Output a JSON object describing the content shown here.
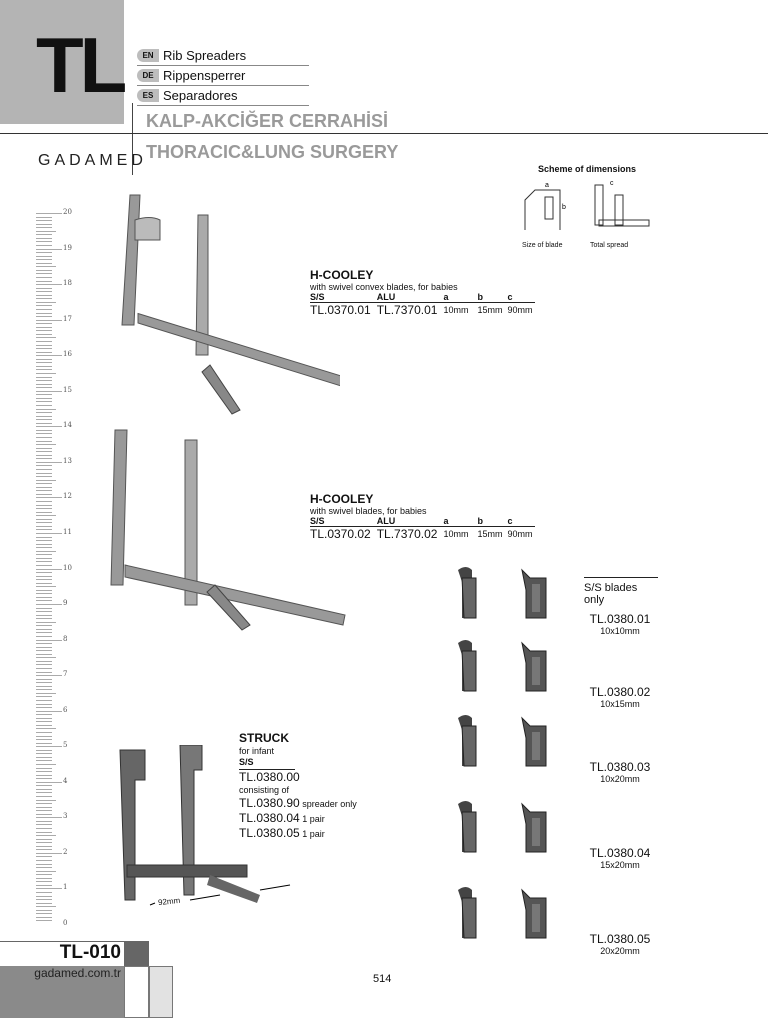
{
  "header": {
    "section_code": "TL",
    "languages": [
      {
        "code": "EN",
        "name": "Rib Spreaders"
      },
      {
        "code": "DE",
        "name": "Rippensperrer"
      },
      {
        "code": "ES",
        "name": "Separadores"
      }
    ],
    "title_tr": "KALP-AKCİĞER CERRAHİSİ",
    "title_en": "THORACIC&LUNG SURGERY",
    "logo": "GADAMED"
  },
  "scheme": {
    "title": "Scheme of dimensions",
    "blade_label": "Size of blade",
    "spread_label": "Total spread",
    "a": "a",
    "b": "b",
    "c": "c"
  },
  "ruler": [
    "20",
    "19",
    "18",
    "17",
    "16",
    "15",
    "14",
    "13",
    "12",
    "11",
    "10",
    "9",
    "8",
    "7",
    "6",
    "5",
    "4",
    "3",
    "2",
    "1",
    "0"
  ],
  "products": [
    {
      "name": "H-COOLEY",
      "desc": "with swivel convex blades, for babies",
      "headers": [
        "S/S",
        "ALU",
        "a",
        "b",
        "c"
      ],
      "values": [
        "TL.0370.01",
        "TL.7370.01",
        "10mm",
        "15mm",
        "90mm"
      ]
    },
    {
      "name": "H-COOLEY",
      "desc": "with swivel  blades, for babies",
      "headers": [
        "S/S",
        "ALU",
        "a",
        "b",
        "c"
      ],
      "values": [
        "TL.0370.02",
        "TL.7370.02",
        "10mm",
        "15mm",
        "90mm"
      ]
    }
  ],
  "struck": {
    "name": "STRUCK",
    "desc": "for infant",
    "header": "S/S",
    "code": "TL.0380.00",
    "consisting": "consisting of",
    "parts": [
      {
        "code": "TL.0380.90",
        "note": "spreader only"
      },
      {
        "code": "TL.0380.04",
        "note": "1 pair"
      },
      {
        "code": "TL.0380.05",
        "note": "1 pair"
      }
    ],
    "dimension": "92mm"
  },
  "blades": {
    "title": "S/S blades only",
    "items": [
      {
        "code": "TL.0380.01",
        "size": "10x10mm"
      },
      {
        "code": "TL.0380.02",
        "size": "10x15mm"
      },
      {
        "code": "TL.0380.03",
        "size": "10x20mm"
      },
      {
        "code": "TL.0380.04",
        "size": "15x20mm"
      },
      {
        "code": "TL.0380.05",
        "size": "20x20mm"
      }
    ]
  },
  "footer": {
    "page_code": "TL-010",
    "website": "gadamed.com.tr",
    "page_number": "514"
  }
}
